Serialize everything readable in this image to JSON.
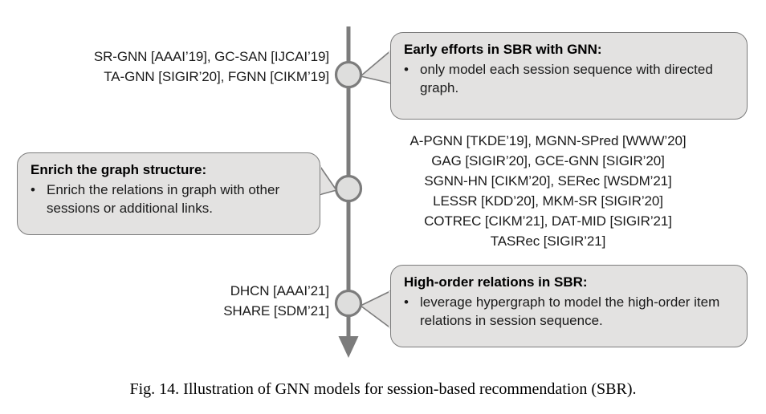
{
  "figure": {
    "caption": "Fig. 14.  Illustration of GNN models for session-based recommendation (SBR)."
  },
  "colors": {
    "axis": "#7c7c7c",
    "node_fill": "#dededd",
    "box_fill": "#e3e2e1",
    "box_border": "#7c7c7c",
    "text": "#1a1a1a",
    "background": "#ffffff"
  },
  "timeline": {
    "nodes": [
      {
        "id": "node-early",
        "label": "early-efforts-node"
      },
      {
        "id": "node-enrich",
        "label": "enrich-structure-node"
      },
      {
        "id": "node-highorder",
        "label": "high-order-node"
      }
    ],
    "arrow_direction": "down"
  },
  "model_lists": {
    "early": "SR-GNN [AAAI’19], GC-SAN [IJCAI’19]\nTA-GNN [SIGIR’20], FGNN [CIKM’19]",
    "enrich": "A-PGNN [TKDE’19], MGNN-SPred [WWW’20]\nGAG [SIGIR’20], GCE-GNN [SIGIR’20]\nSGNN-HN [CIKM’20], SERec [WSDM’21]\nLESSR [KDD’20], MKM-SR [SIGIR’20]\nCOTREC [CIKM’21], DAT-MID [SIGIR’21]\nTASRec [SIGIR’21]",
    "highorder": "DHCN [AAAI’21]\nSHARE [SDM’21]"
  },
  "callouts": {
    "early": {
      "title": "Early efforts in SBR with GNN:",
      "bullet": "•",
      "text": "only model each session sequence with directed graph."
    },
    "enrich": {
      "title": "Enrich the graph structure:",
      "bullet": "•",
      "text": "Enrich the relations in graph with other sessions or additional links."
    },
    "highorder": {
      "title": "High-order relations in SBR:",
      "bullet": "•",
      "text": "leverage hypergraph to model the high-order item relations in session sequence."
    }
  }
}
